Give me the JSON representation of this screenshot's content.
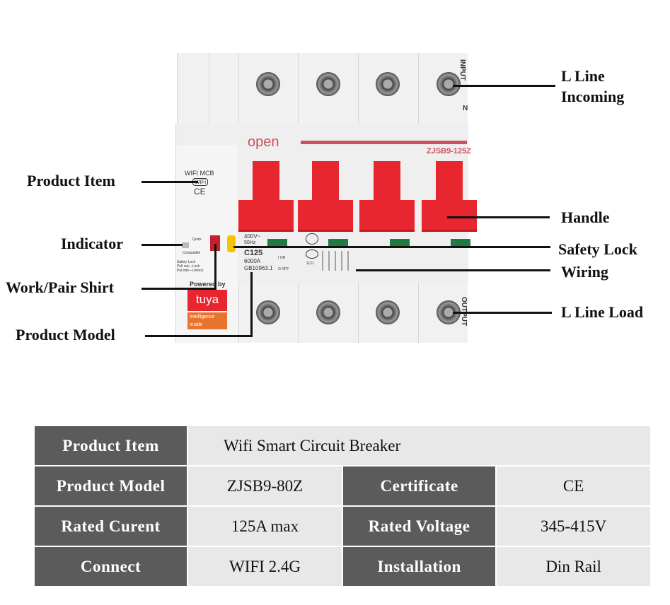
{
  "device": {
    "brand": "open",
    "model_label": "ZJSB9-125Z",
    "top_label": "INPUT",
    "n_label": "N",
    "bottom_label": "OUTPUT",
    "wifi_mcb": "WIFI MCB",
    "wifi_logo": "WiFi",
    "ce_mark": "CE",
    "quick": "Quick",
    "compatible": "Compatible",
    "safety_lock": "Safety Lock",
    "pull_out": "Pull out—Lock",
    "put_into": "Put into—Unlock",
    "voltage": "400V~",
    "freq": "50Hz",
    "curve": "C125",
    "breaking": "6000A",
    "standard": "GB10963.1",
    "on": "I ON",
    "off": "O OFF",
    "cert_num": "1121",
    "powered_by": "Powered by",
    "tuya": "tuya",
    "intelligence": "Intelligence inside",
    "colors": {
      "handle": "#e8262f",
      "indicator_window": "#1f7a43",
      "lock": "#f5c400",
      "brand": "#d0505a"
    }
  },
  "callouts": {
    "l_line_incoming": [
      "L Line",
      "Incoming"
    ],
    "product_item": "Product Item",
    "handle": "Handle",
    "indicator": "Indicator",
    "safety_lock": "Safety Lock",
    "wiring": "Wiring",
    "work_pair": "Work/Pair Shirt",
    "l_line_load": "L Line Load",
    "product_model": "Product Model"
  },
  "specs": {
    "rows": [
      [
        {
          "h": "Product Item"
        },
        {
          "v": "Wifi Smart Circuit Breaker"
        }
      ],
      [
        {
          "h": "Product Model"
        },
        {
          "v": "ZJSB9-80Z"
        },
        {
          "h": "Certificate"
        },
        {
          "v": "CE"
        }
      ],
      [
        {
          "h": "Rated Curent"
        },
        {
          "v": "125A max"
        },
        {
          "h": "Rated Voltage"
        },
        {
          "v": "345-415V"
        }
      ],
      [
        {
          "h": "Connect"
        },
        {
          "v": "WIFI 2.4G"
        },
        {
          "h": "Installation"
        },
        {
          "v": "Din Rail"
        }
      ]
    ]
  }
}
